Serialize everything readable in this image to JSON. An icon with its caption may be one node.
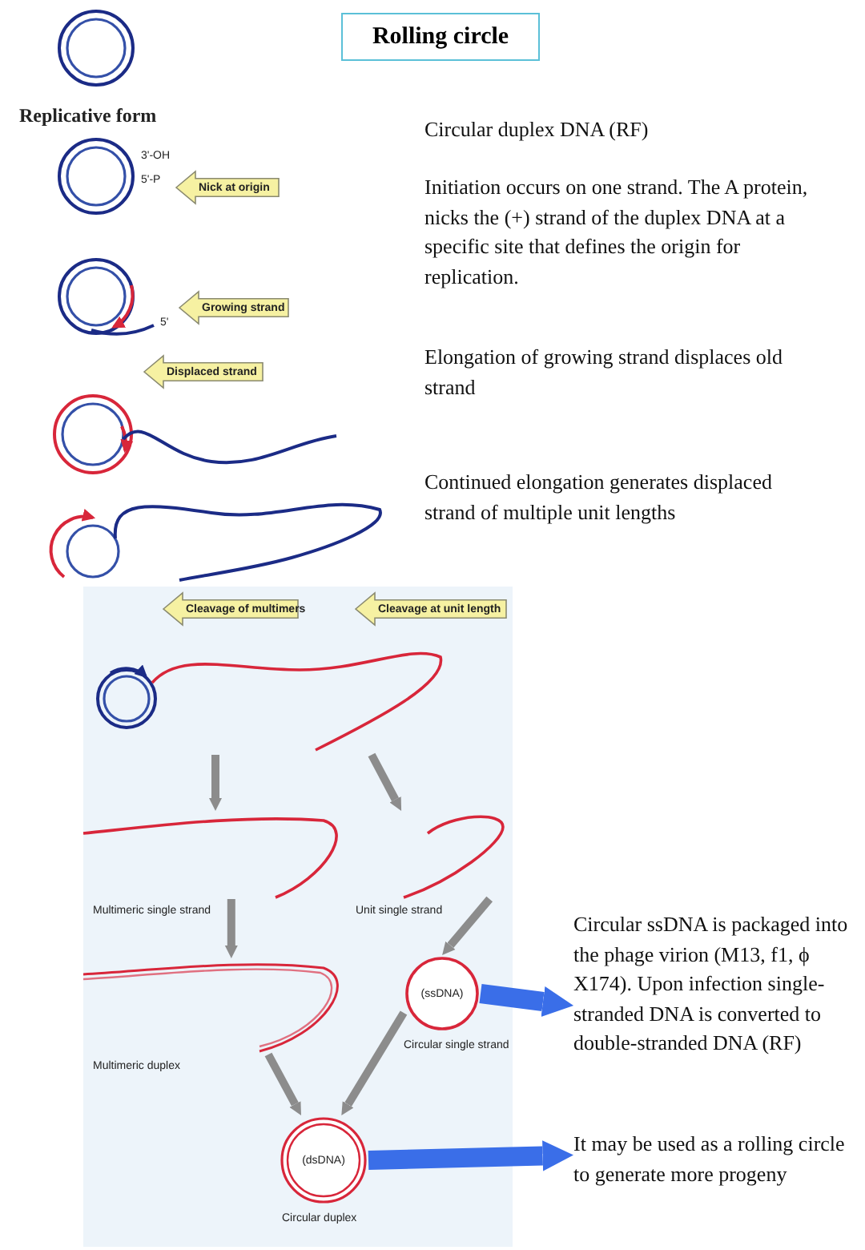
{
  "diagram": {
    "nodes": [
      {
        "text": [
          "Rolling circle"
        ]
      },
      {
        "text": [],
        "shape": "picture",
        "beside": [
          "Replicative form"
        ]
      },
      {
        "text": [],
        "shape": "picture",
        "beside": [
          "3'-OH",
          "5'-P"
        ]
      },
      {
        "text": [
          "Nick at origin"
        ]
      },
      {
        "text": [],
        "shape": "picture",
        "beside": [
          "5'"
        ]
      },
      {
        "text": [
          "Growing strand"
        ]
      },
      {
        "text": [
          "Displaced strand"
        ]
      },
      {
        "text": [],
        "shape": "picture"
      },
      {
        "text": [],
        "shape": "picture"
      },
      {
        "text": [],
        "shape": "box"
      },
      {
        "text": [
          "Cleavage of multimers"
        ],
        "in": 9
      },
      {
        "text": [
          "Cleavage at unit length"
        ],
        "in": 9
      },
      {
        "text": [],
        "shape": "picture",
        "in": 9
      },
      {
        "text": [],
        "shape": "picture",
        "in": 9,
        "beside": [
          "Multimeric single strand"
        ]
      },
      {
        "text": [],
        "shape": "picture",
        "in": 9,
        "beside": [
          "Unit single strand"
        ]
      },
      {
        "text": [],
        "shape": "picture",
        "in": 9,
        "beside": [
          "Multimeric duplex"
        ]
      },
      {
        "text": [
          "(ssDNA)"
        ],
        "in": 9,
        "beside": [
          "Circular single strand"
        ]
      },
      {
        "text": [
          "(dsDNA)"
        ],
        "in": 9,
        "beside": [
          "Circular duplex"
        ]
      },
      {
        "text": [
          "Circular ssDNA is packaged into the phage virion (M13, f1, ϕ X174). Upon infection single-stranded DNA is converted to double-stranded DNA (RF)"
        ]
      },
      {
        "text": [
          "It may be used as a rolling circle to generate more progeny"
        ]
      }
    ],
    "edges": [
      {
        "from": 12,
        "to": 13,
        "arrow": "to"
      },
      {
        "from": 12,
        "to": 14,
        "arrow": "to"
      },
      {
        "from": 13,
        "to": 15,
        "arrow": "to"
      },
      {
        "from": 14,
        "to": 16,
        "arrow": "to"
      },
      {
        "from": 15,
        "to": 17,
        "arrow": "to"
      },
      {
        "from": 16,
        "to": 17,
        "arrow": "to"
      },
      {
        "from": 16,
        "to": 18,
        "arrow": "to",
        "style": "thick",
        "color": "#3a6ee8"
      },
      {
        "from": 17,
        "to": 19,
        "arrow": "to",
        "style": "thick",
        "color": "#3a6ee8"
      }
    ],
    "labels": [
      "Circular duplex DNA (RF)",
      "Initiation occurs on one strand. The A protein, nicks the (+) strand of the duplex DNA at a specific site that defines the origin for replication.",
      "Elongation of growing strand displaces old strand",
      "Continued elongation generates displaced strand of multiple unit lengths"
    ]
  }
}
